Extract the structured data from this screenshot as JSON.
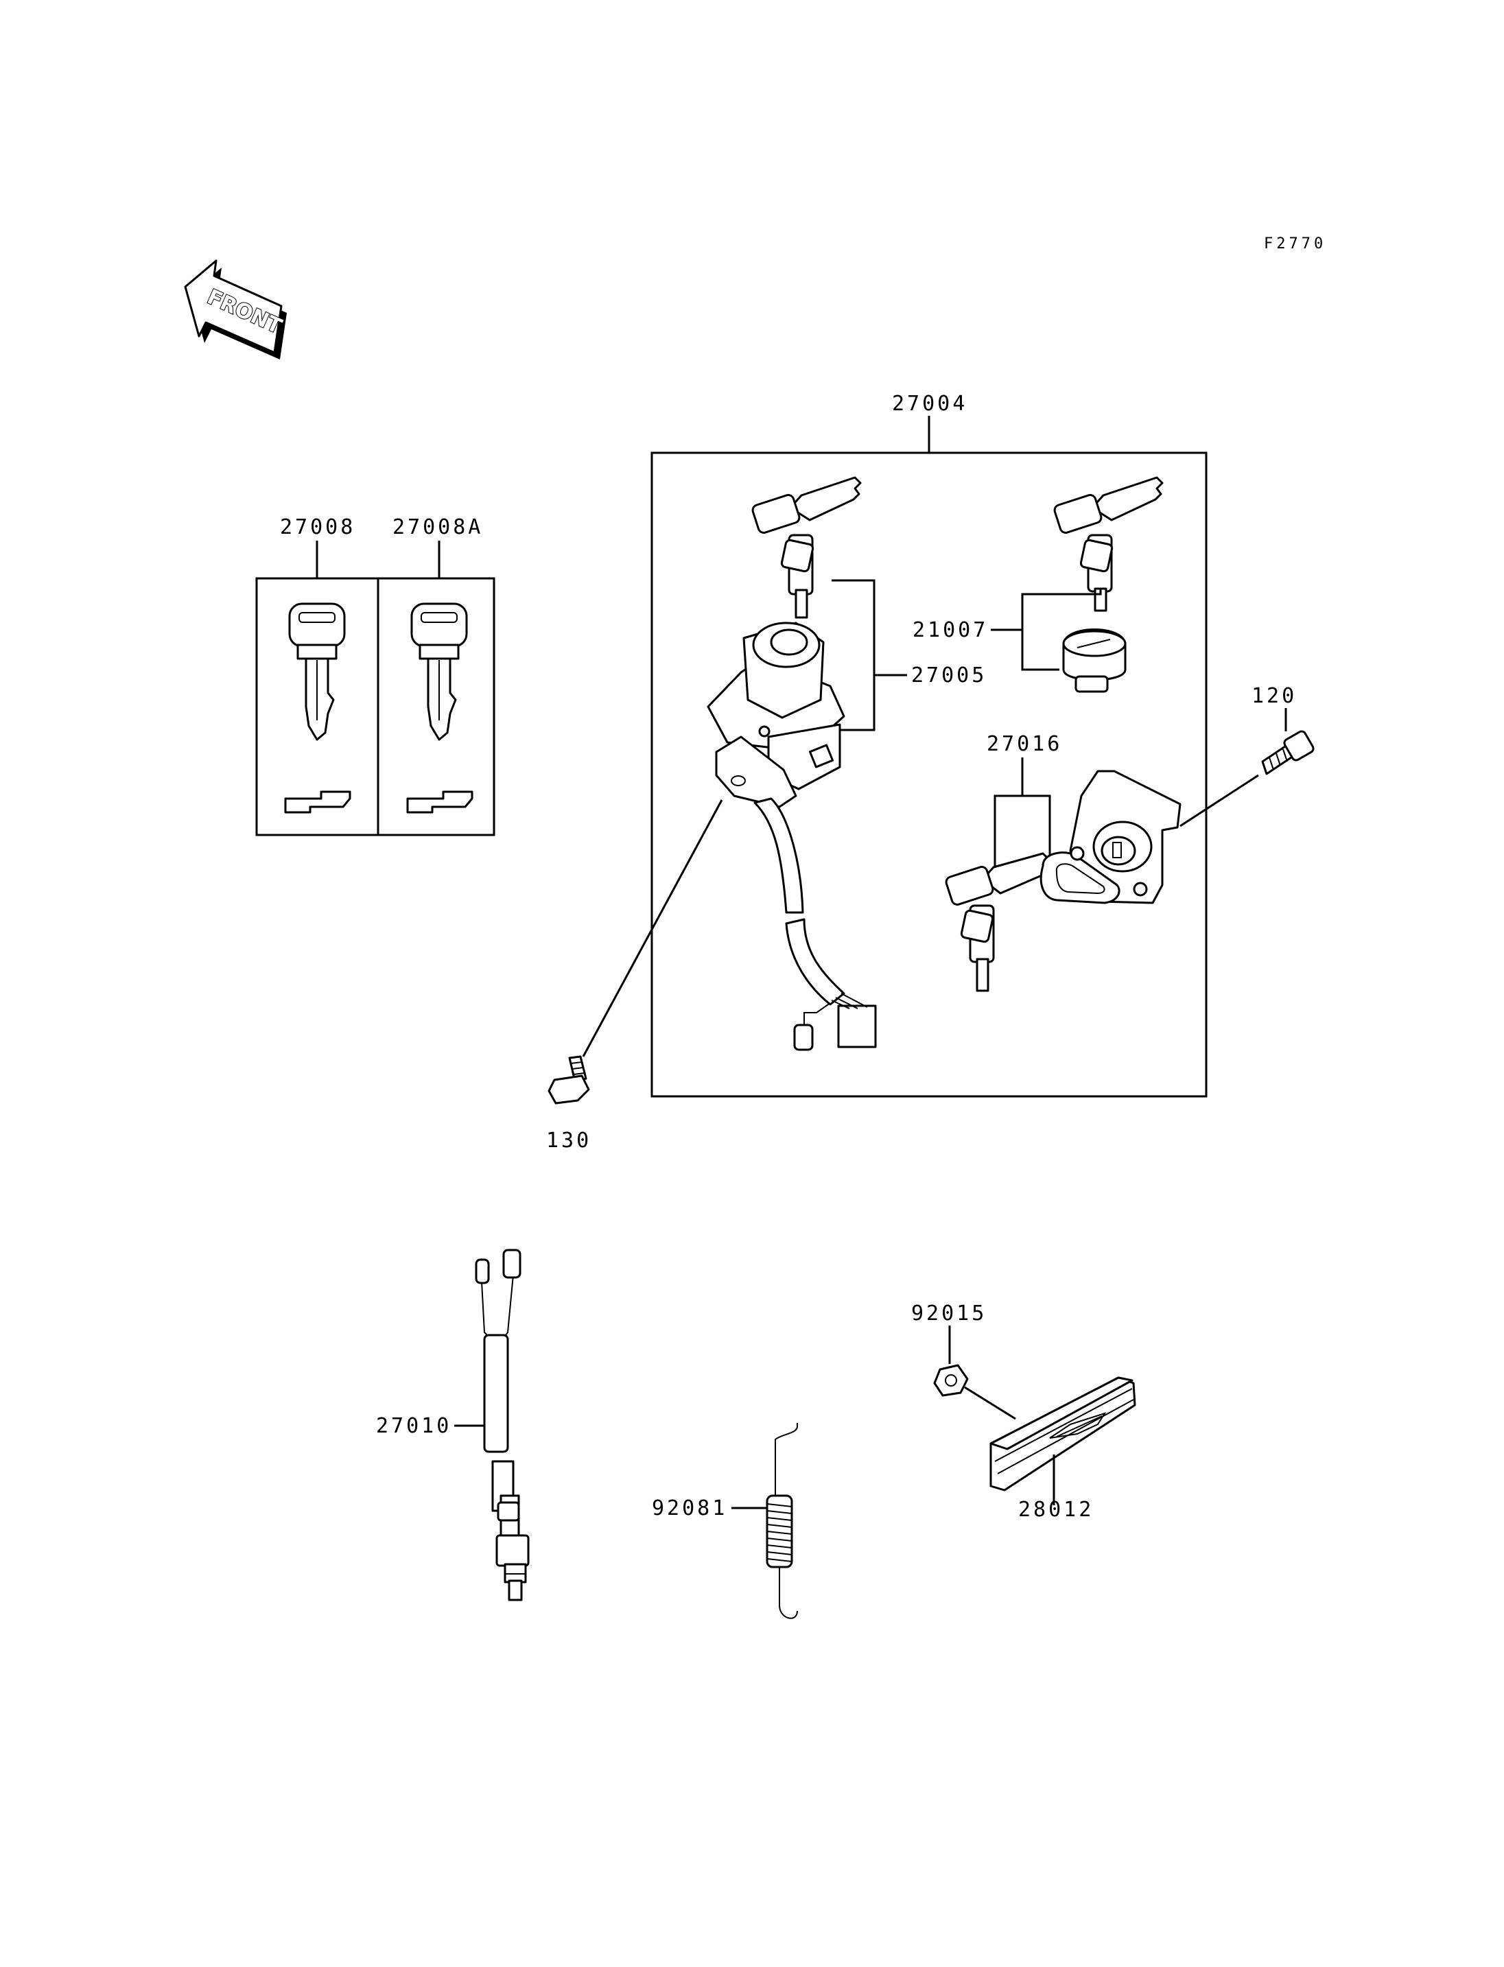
{
  "figure_code": "F2770",
  "front_label": "FRONT",
  "parts": {
    "p27004": "27004",
    "p27008": "27008",
    "p27008A": "27008A",
    "p21007": "21007",
    "p27005": "27005",
    "p120": "120",
    "p27016": "27016",
    "p130": "130",
    "p92015": "92015",
    "p27010": "27010",
    "p92081": "92081",
    "p28012": "28012"
  }
}
